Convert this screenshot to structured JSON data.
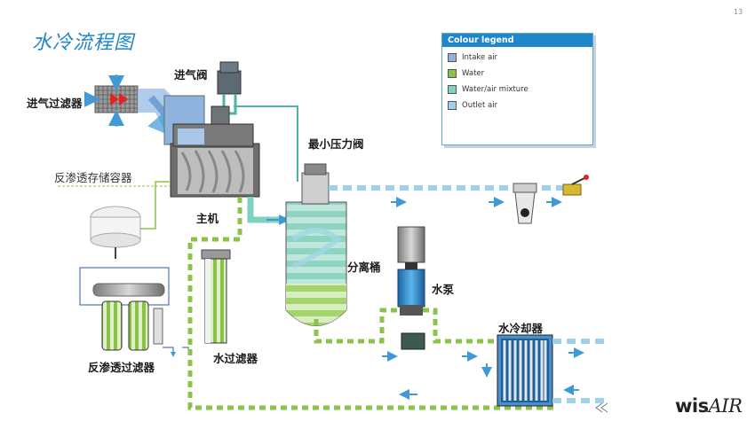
{
  "page": {
    "title": "水冷流程图",
    "page_number": "13"
  },
  "labels": {
    "intake_valve": "进气阀",
    "intake_filter": "进气过滤器",
    "ro_tank": "反渗透存储容器",
    "main_unit": "主机",
    "min_pressure_valve": "最小压力阀",
    "separator": "分离桶",
    "water_pump": "水泵",
    "water_cooler": "水冷却器",
    "water_filter": "水过滤器",
    "ro_filter": "反渗透过滤器"
  },
  "legend": {
    "title": "Colour legend",
    "items": [
      {
        "label": "Intake air",
        "color": "#8fb3dc"
      },
      {
        "label": "Water",
        "color": "#8bc34a"
      },
      {
        "label": "Water/air mixture",
        "color": "#7dd3c0"
      },
      {
        "label": "Outlet air",
        "color": "#9fd0ef"
      }
    ]
  },
  "brand": {
    "main": "wis",
    "suffix": "AIR"
  },
  "colors": {
    "title": "#1e86c8",
    "water": "#8bc34a",
    "mixture": "#7dd3c0",
    "outlet_air": "#9fd0ef",
    "intake_air": "#8fb3dc",
    "arrow": "#3f9ad6"
  }
}
